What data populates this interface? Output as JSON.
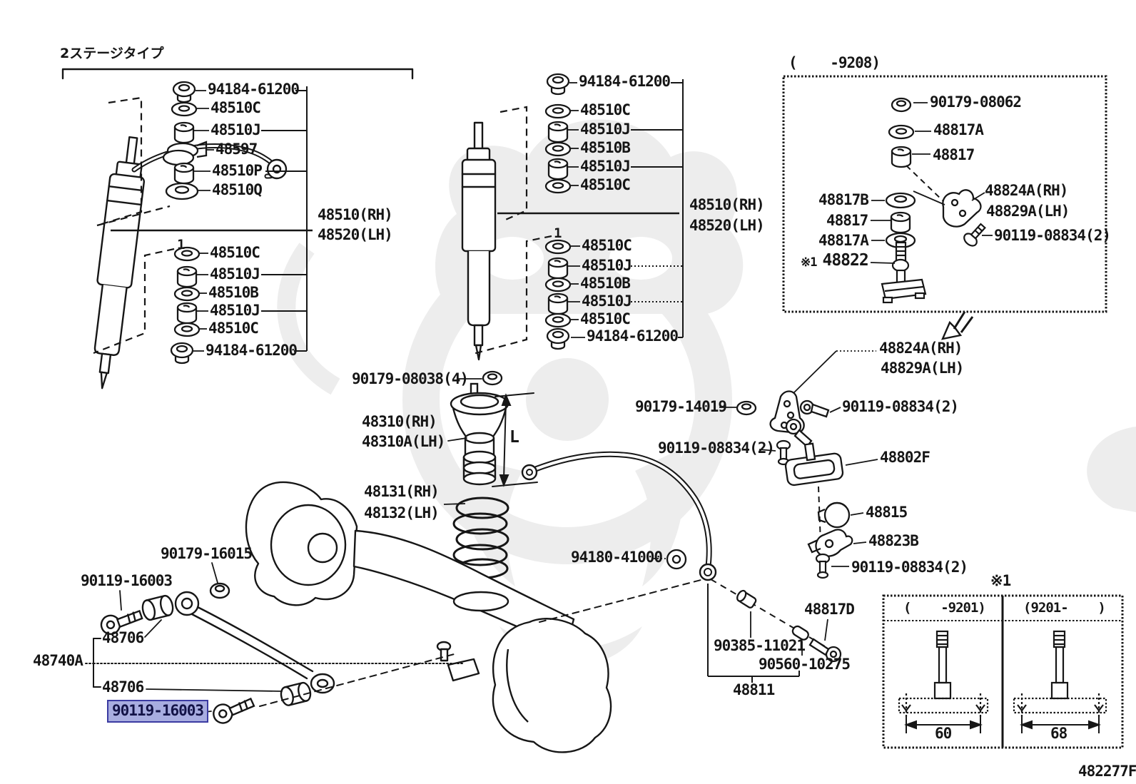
{
  "doc": {
    "code": "482277F"
  },
  "colors": {
    "highlight_bg": "#a8ade0",
    "highlight_border": "#3b3ba2",
    "line": "#161616"
  },
  "left_assembly": {
    "type_header": "2ステージタイプ",
    "callout": "1",
    "upper_parts": [
      "94184-61200",
      "48510C",
      "48510J",
      "48597",
      "48510P",
      "48510Q"
    ],
    "lower_parts": [
      "48510C",
      "48510J",
      "48510B",
      "48510J",
      "48510C",
      "94184-61200"
    ],
    "label_rh": "48510(RH)",
    "label_lh": "48520(LH)"
  },
  "center_assembly": {
    "callout": "1",
    "upper_parts": [
      "94184-61200",
      "48510C",
      "48510J",
      "48510B",
      "48510J",
      "48510C"
    ],
    "lower_parts": [
      "48510C",
      "48510J",
      "48510B",
      "48510J",
      "48510C",
      "94184-61200"
    ],
    "label_rh": "48510(RH)",
    "label_lh": "48520(LH)"
  },
  "strut": {
    "nut": "90179-08038(4)",
    "label_rh": "48310(RH)",
    "label_lh": "48310A(LH)",
    "length_dim": "L",
    "spring_rh": "48131(RH)",
    "spring_lh": "48132(LH)"
  },
  "inset": {
    "date_range": "(    -9208)",
    "nut": "90179-08062",
    "washer_a": "48817A",
    "cushion_a": "48817",
    "retainer": "48817B",
    "cushion_b": "48817",
    "washer_b": "48817A",
    "link_note": "※1",
    "link": "48822",
    "bracket_rh": "48824A(RH)",
    "bracket_lh": "48829A(LH)",
    "bolt": "90119-08834(2)"
  },
  "stabilizer": {
    "bracket_rh": "48824A(RH)",
    "bracket_lh": "48829A(LH)",
    "nut": "90179-14019",
    "bolt_right": "90119-08834(2)",
    "bolt_left": "90119-08834(2)",
    "clamp": "48802F",
    "bushing": "48815",
    "bracket_lower": "48823B",
    "bolt_bottom": "90119-08834(2)",
    "cushion": "94180-41000",
    "link_bolt": "48817D",
    "collar": "90385-11021",
    "spacer": "90560-10275",
    "link": "48811"
  },
  "lateral_rod": {
    "bolt_upper": "90119-16003",
    "nut": "90179-16015",
    "bushing_upper": "48706",
    "rod": "48740A",
    "bushing_lower": "48706",
    "bolt_selected": "90119-16003"
  },
  "size_table": {
    "note": "※1",
    "col_left_header": "(    -9201)",
    "col_right_header": "(9201-    )",
    "dim_left": "60",
    "dim_right": "68"
  }
}
